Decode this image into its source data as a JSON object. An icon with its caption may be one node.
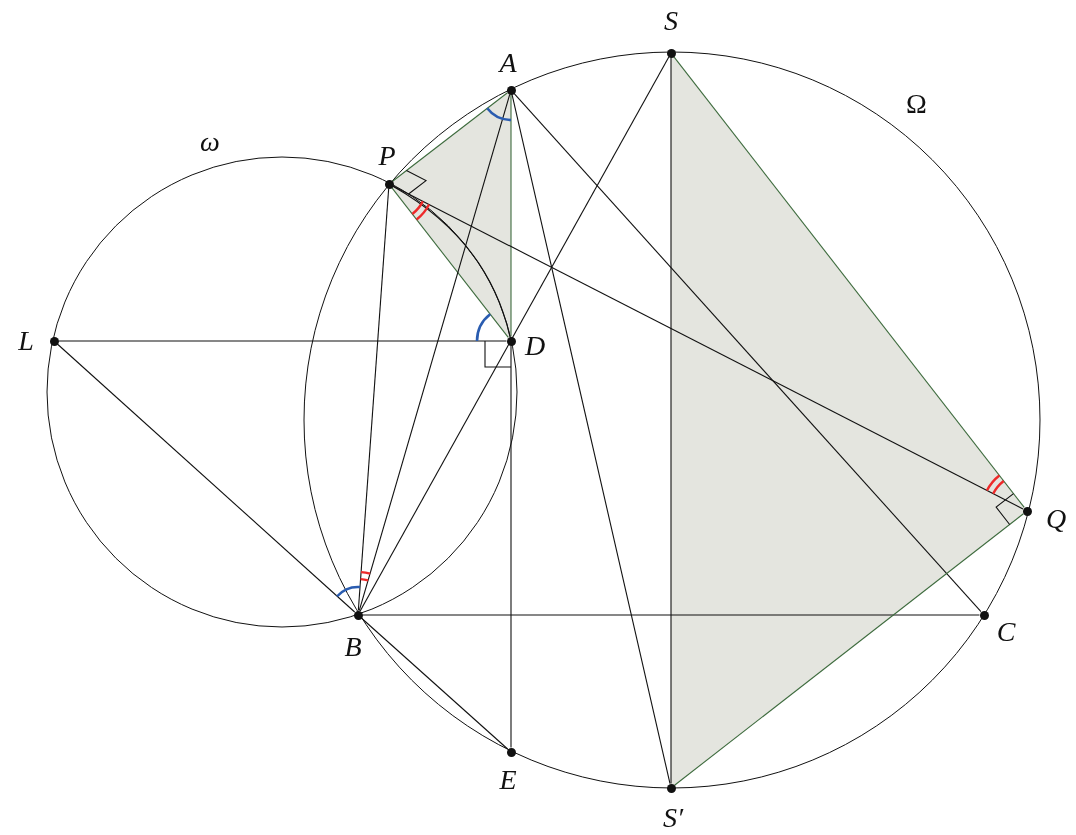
{
  "diagram": {
    "nodes": [
      {
        "text": [
          "S"
        ]
      },
      {
        "text": [
          "A"
        ]
      },
      {
        "text": [
          "P"
        ]
      },
      {
        "text": [
          "L"
        ]
      },
      {
        "text": [
          "D"
        ]
      },
      {
        "text": [
          "Q"
        ]
      },
      {
        "text": [
          "B"
        ]
      },
      {
        "text": [
          "C"
        ]
      },
      {
        "text": [
          "E"
        ]
      },
      {
        "text": [
          "S′"
        ]
      }
    ],
    "edges": [
      {
        "from": 1,
        "to": 2,
        "arrow": "none",
        "color": "#3d6b3d"
      },
      {
        "from": 2,
        "to": 4,
        "arrow": "none",
        "color": "#3d6b3d"
      },
      {
        "from": 1,
        "to": 4,
        "arrow": "none",
        "color": "#3d6b3d"
      },
      {
        "from": 4,
        "to": 8,
        "arrow": "none"
      },
      {
        "from": 3,
        "to": 4,
        "arrow": "none"
      },
      {
        "from": 3,
        "to": 6,
        "arrow": "none"
      },
      {
        "from": 2,
        "to": 6,
        "arrow": "none"
      },
      {
        "from": 2,
        "to": 5,
        "arrow": "none"
      },
      {
        "from": 1,
        "to": 6,
        "arrow": "none"
      },
      {
        "from": 1,
        "to": 7,
        "arrow": "none"
      },
      {
        "from": 1,
        "to": 9,
        "arrow": "none"
      },
      {
        "from": 6,
        "to": 7,
        "arrow": "none"
      },
      {
        "from": 6,
        "to": 8,
        "arrow": "none"
      },
      {
        "from": 0,
        "to": 6,
        "arrow": "none"
      },
      {
        "from": 0,
        "to": 9,
        "arrow": "none"
      },
      {
        "from": 0,
        "to": 5,
        "arrow": "none",
        "color": "#3d6b3d"
      },
      {
        "from": 5,
        "to": 9,
        "arrow": "none",
        "color": "#3d6b3d"
      },
      {
        "from": 2,
        "to": 4,
        "arrow": "none"
      }
    ],
    "labels": [
      "Ω",
      "ω"
    ]
  }
}
